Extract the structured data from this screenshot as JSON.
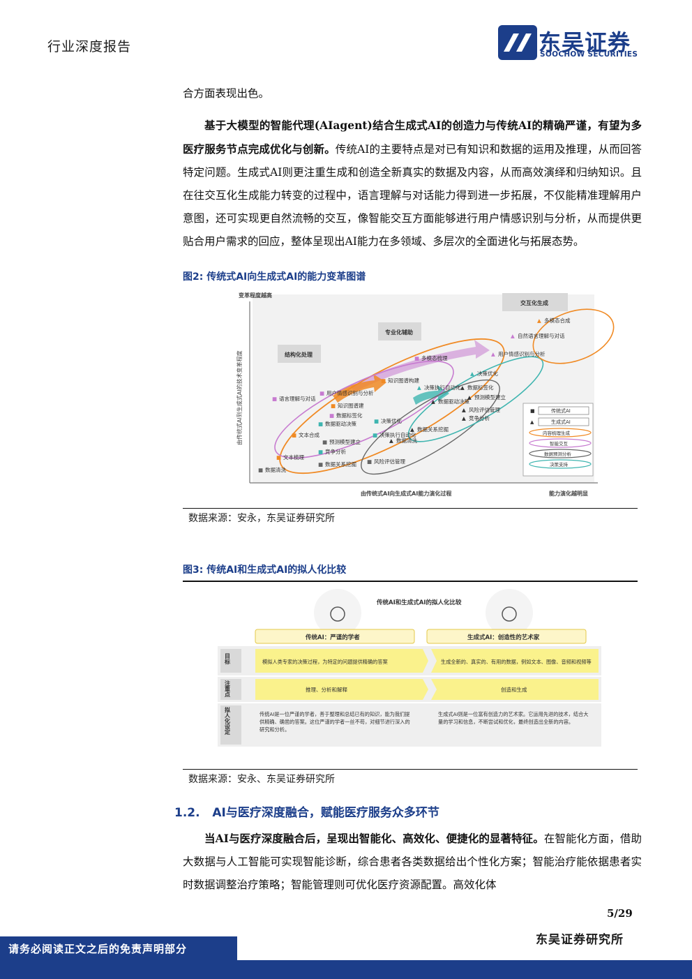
{
  "header": {
    "report_type": "行业深度报告",
    "logo_cn": "东吴证券",
    "logo_en": "SOOCHOW SECURITIES"
  },
  "body": {
    "p0": "合方面表现出色。",
    "p1_bold": "基于大模型的智能代理(AIagent)结合生成式AI的创造力与传统AI的精确严谨，有望为多医疗服务节点完成优化与创新。",
    "p1_rest": "传统AI的主要特点是对已有知识和数据的运用及推理，从而回答特定问题。生成式AI则更注重生成和创造全新真实的数据及内容，从而高效演绎和归纳知识。且在往交互化生成能力转变的过程中，语言理解与对话能力得到进一步拓展，不仅能精准理解用户意图，还可实现更自然流畅的交互，像智能交互方面能够进行用户情感识别与分析，从而提供更贴合用户需求的回应，整体呈现出AI能力在多领域、多层次的全面进化与拓展态势。"
  },
  "figure2": {
    "title": "图2:  传统式AI向生成式AI的能力变革图谱",
    "source": "数据来源：安永，东吴证券研究所",
    "chart": {
      "y_top": "变革程度越高",
      "y_axis": "由传统式AI到生成式AI的技术变革程度",
      "x_axis": "由传统式AI向生成式AI能力演化过程",
      "x_right": "能力演化越明显",
      "stages": [
        "结构化处理",
        "专业化辅助",
        "交互化生成"
      ],
      "items": [
        {
          "t": "多模态合成",
          "m": "▲"
        },
        {
          "t": "自然语言理解与对话",
          "m": "▲"
        },
        {
          "t": "用户情感识别与分析",
          "m": "▲"
        },
        {
          "t": "多模态梳理",
          "m": "■"
        },
        {
          "t": "决策优化",
          "m": "▲"
        },
        {
          "t": "知识图谱构建",
          "m": "■"
        },
        {
          "t": "数据标签化",
          "m": "▲"
        },
        {
          "t": "用户情感识别与分析",
          "m": "■"
        },
        {
          "t": "决策执行自动化",
          "m": "▲"
        },
        {
          "t": "预测模型建立",
          "m": "▲"
        },
        {
          "t": "语言理解与对话",
          "m": "■"
        },
        {
          "t": "数据驱动决策",
          "m": "▲"
        },
        {
          "t": "知识图谱建",
          "m": "■"
        },
        {
          "t": "风险评估管理",
          "m": "▲"
        },
        {
          "t": "数据标签化",
          "m": "■"
        },
        {
          "t": "竞争分析",
          "m": "▲"
        },
        {
          "t": "数据驱动决策",
          "m": "■"
        },
        {
          "t": "决策优化",
          "m": "■"
        },
        {
          "t": "数据关系挖掘",
          "m": "▲"
        },
        {
          "t": "文本合成",
          "m": "■"
        },
        {
          "t": "决策执行自动化",
          "m": "■"
        },
        {
          "t": "预测模型建立",
          "m": "■"
        },
        {
          "t": "数据清洗",
          "m": "▲"
        },
        {
          "t": "竞争分析",
          "m": "■"
        },
        {
          "t": "文本梳理",
          "m": "■"
        },
        {
          "t": "数据关系挖掘",
          "m": "■"
        },
        {
          "t": "风险评估管理",
          "m": "■"
        },
        {
          "t": "数据清洗",
          "m": "■"
        }
      ],
      "legend": [
        "传统式AI",
        "生成式AI",
        "内容梳理生成",
        "智能交互",
        "数据预测分析",
        "决策支持"
      ]
    }
  },
  "figure3": {
    "title": "图3:  传统AI和生成式AI的拟人化比较",
    "source": "数据来源：安永、东吴证券研究所",
    "chart_title": "传统AI和生成式AI的拟人化比较",
    "col1": "传统AI：严谨的学者",
    "col2": "生成式AI：创造性的艺术家",
    "rows": [
      {
        "label": "目标",
        "c1": "模拟人类专家的决策过程，为特定的问题提供精确的答案",
        "c2": "生成全新的、真实的、有用的数据，例如文本、图像、音频和视频等"
      },
      {
        "label": "注重点",
        "c1": "推理、分析和解释",
        "c2": "创造和生成"
      },
      {
        "label": "拟人化设定",
        "c1": "传统AI是一位严谨的学者，善于整理和总结已有的知识，能为我们提供精确、确凿的答案。这位严谨的学者一丝不苟，对细节进行深入的研究和分析。",
        "c2": "生成式AI则是一位富有创造力的艺术家。它运用先进的技术，结合大量的学习和信息，不断尝试和优化，最终创造出全新的内容。"
      }
    ]
  },
  "section": {
    "number": "1.2.",
    "title": "AI与医疗深度融合，赋能医疗服务众多环节",
    "p_bold": "当AI与医疗深度融合后，呈现出智能化、高效化、便捷化的显著特征。",
    "p_rest": "在智能化方面，借助大数据与人工智能可实现智能诊断，综合患者各类数据给出个性化方案；智能治疗能依据患者实时数据调整治疗策略；智能管理则可优化医疗资源配置。高效化体"
  },
  "footer": {
    "page": "5/29",
    "disclaimer": "请务必阅读正文之后的免责声明部分",
    "institute": "东吴证券研究所"
  },
  "colors": {
    "brand": "#1c3e8a",
    "orange": "#f08a24",
    "purple": "#c77bd0",
    "teal": "#3fb5b0",
    "grey": "#777777"
  }
}
